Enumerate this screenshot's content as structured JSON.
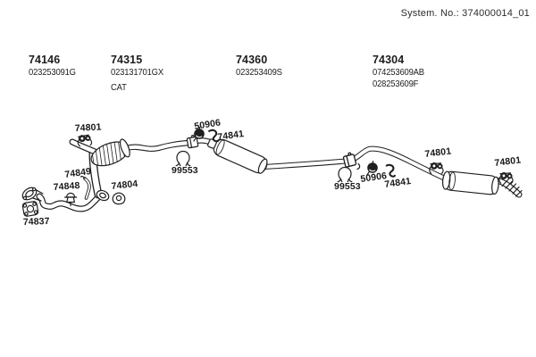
{
  "page": {
    "bg": "#ffffff",
    "ink": "#1f1f1f"
  },
  "header": {
    "system_no": "System. No.: 374000014_01"
  },
  "part_groups": [
    {
      "number": "74146",
      "codes": [
        "023253091G"
      ]
    },
    {
      "number": "74315",
      "codes": [
        "023131701GX",
        "CAT"
      ]
    },
    {
      "number": "74360",
      "codes": [
        "023253409S"
      ]
    },
    {
      "number": "74304",
      "codes": [
        "074253609AB",
        "028253609F"
      ]
    }
  ],
  "diagram": {
    "labels": {
      "74801": "74801",
      "50906": "50906",
      "74841": "74841",
      "99553": "99553",
      "74849": "74849",
      "74848": "74848",
      "74804": "74804",
      "74837": "74837"
    }
  }
}
